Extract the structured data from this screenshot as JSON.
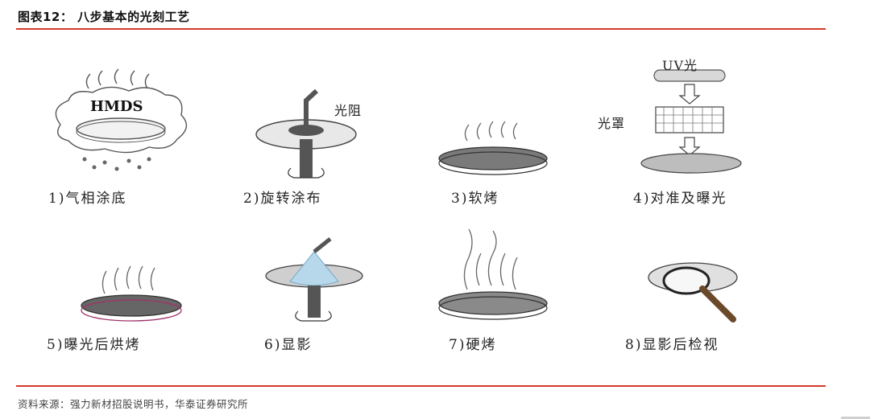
{
  "figure": {
    "title": "图表12：  八步基本的光刻工艺",
    "source": "资料来源：强力新材招股说明书，华泰证券研究所",
    "accent_color": "#d33a2c"
  },
  "steps": [
    {
      "caption": "1)气相涂底",
      "label": "HMDS"
    },
    {
      "caption": "2)旋转涂布",
      "label": "光阻"
    },
    {
      "caption": "3)软烤"
    },
    {
      "caption": "4)对准及曝光",
      "label": "UV光",
      "label2": "光罩"
    },
    {
      "caption": "5)曝光后烘烤"
    },
    {
      "caption": "6)显影"
    },
    {
      "caption": "7)硬烤"
    },
    {
      "caption": "8)显影后检视"
    }
  ]
}
